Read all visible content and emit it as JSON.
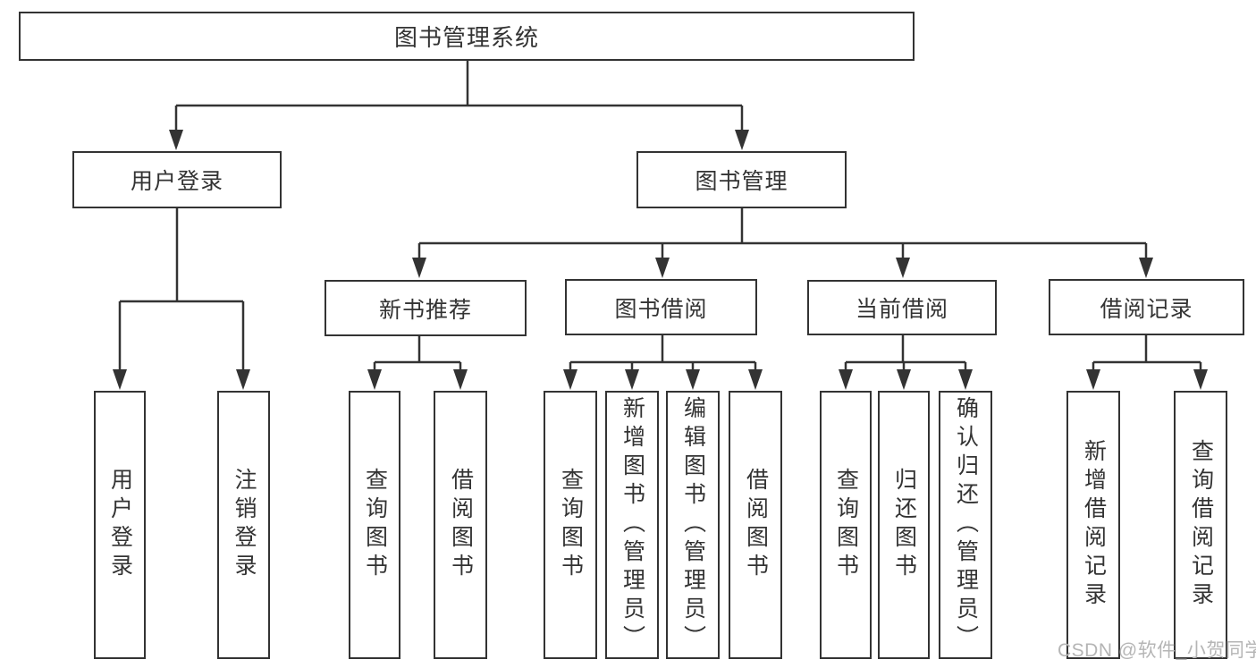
{
  "tree": {
    "label": "图书管理系统",
    "children": [
      {
        "label": "用户登录",
        "children": [
          {
            "label": "用户登录"
          },
          {
            "label": "注销登录"
          }
        ]
      },
      {
        "label": "图书管理",
        "children": [
          {
            "label": "新书推荐",
            "children": [
              {
                "label": "查询图书"
              },
              {
                "label": "借阅图书"
              }
            ]
          },
          {
            "label": "图书借阅",
            "children": [
              {
                "label": "查询图书"
              },
              {
                "label": "新增图书（管理员）"
              },
              {
                "label": "编辑图书（管理员）"
              },
              {
                "label": "借阅图书"
              }
            ]
          },
          {
            "label": "当前借阅",
            "children": [
              {
                "label": "查询图书"
              },
              {
                "label": "归还图书"
              },
              {
                "label": "确认归还（管理员）"
              }
            ]
          },
          {
            "label": "借阅记录",
            "children": [
              {
                "label": "新增借阅记录"
              },
              {
                "label": "查询借阅记录"
              }
            ]
          }
        ]
      }
    ]
  },
  "watermark": {
    "text": "CSDN @软件_小贺同学"
  },
  "colors": {
    "line": "#333333",
    "box_border": "#333333",
    "box_fill": "#ffffff",
    "text": "#333333",
    "watermark": "#b5b5b5",
    "background": "#ffffff"
  }
}
